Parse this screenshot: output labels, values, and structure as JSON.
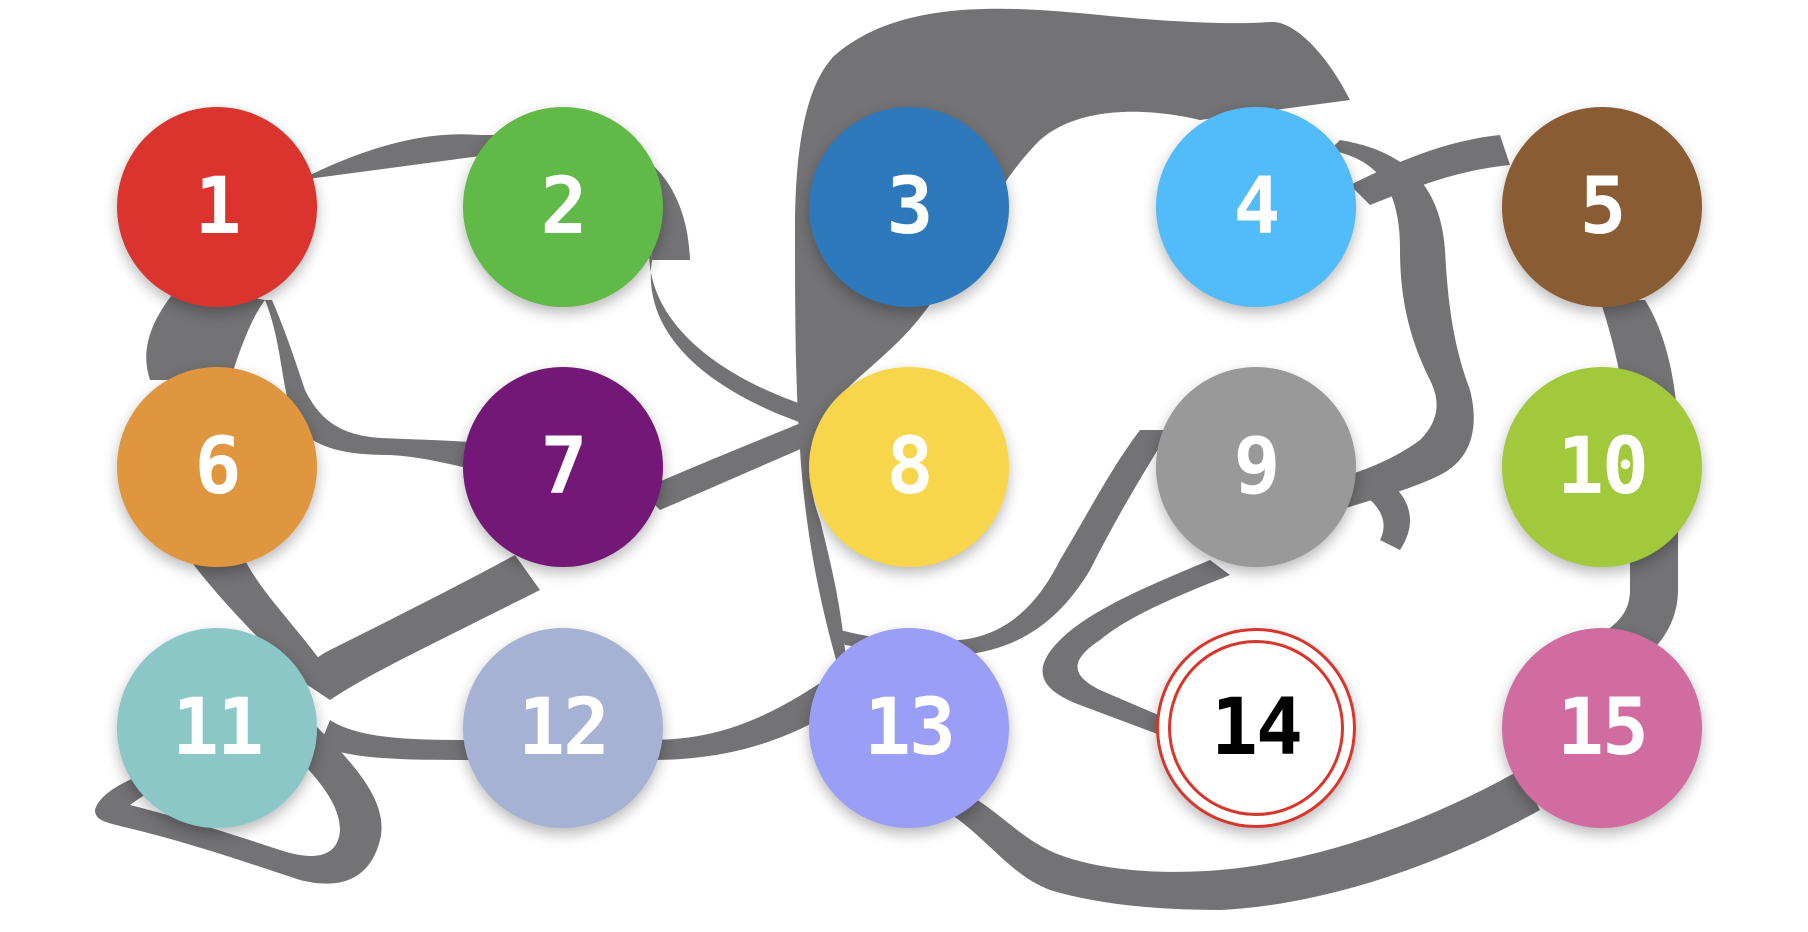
{
  "puzzle": {
    "nodes": [
      {
        "label": "1",
        "color": "#db342e"
      },
      {
        "label": "2",
        "color": "#61b947"
      },
      {
        "label": "3",
        "color": "#2e78bc"
      },
      {
        "label": "4",
        "color": "#52bbf9"
      },
      {
        "label": "5",
        "color": "#8a5c33"
      },
      {
        "label": "6",
        "color": "#e0963e"
      },
      {
        "label": "7",
        "color": "#731877"
      },
      {
        "label": "8",
        "color": "#f8d64b"
      },
      {
        "label": "9",
        "color": "#999999"
      },
      {
        "label": "10",
        "color": "#a2c83b"
      },
      {
        "label": "11",
        "color": "#8cc7c8"
      },
      {
        "label": "12",
        "color": "#a5b2d3"
      },
      {
        "label": "13",
        "color": "#9b9ef6"
      },
      {
        "label": "14",
        "color": "#ffffff",
        "selected": true
      },
      {
        "label": "15",
        "color": "#d06c9f"
      }
    ],
    "ribbon_color": "#737375"
  }
}
